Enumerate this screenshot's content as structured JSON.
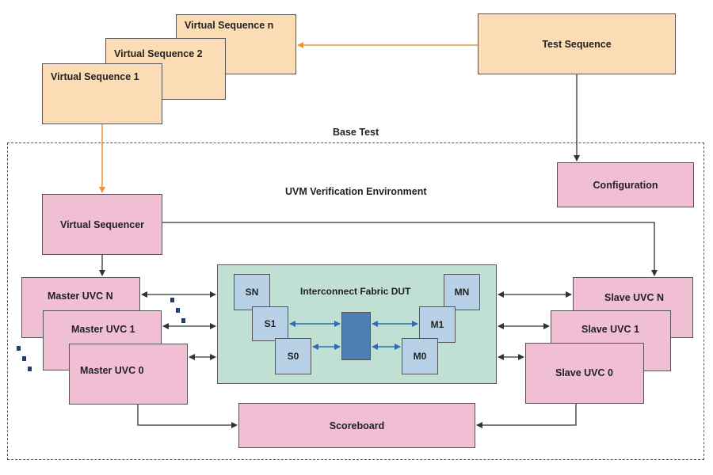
{
  "labels": {
    "virtual_sequence_n": "Virtual Sequence n",
    "virtual_sequence_2": "Virtual Sequence 2",
    "virtual_sequence_1": "Virtual Sequence 1",
    "test_sequence": "Test Sequence",
    "base_test": "Base Test",
    "uvm_env": "UVM Verification Environment",
    "configuration": "Configuration",
    "virtual_sequencer": "Virtual Sequencer",
    "master_uvc_n": "Master UVC N",
    "master_uvc_1": "Master UVC 1",
    "master_uvc_0": "Master UVC 0",
    "slave_uvc_n": "Slave UVC N",
    "slave_uvc_1": "Slave UVC 1",
    "slave_uvc_0": "Slave UVC 0",
    "interconnect_dut": "Interconnect Fabric DUT",
    "sn": "SN",
    "s1": "S1",
    "s0": "S0",
    "mn": "MN",
    "m1": "M1",
    "m0": "M0",
    "scoreboard": "Scoreboard"
  },
  "colors": {
    "sequence_fill": "#fcdcb4",
    "component_fill": "#f0bfd3",
    "fabric_fill": "#bfe0d3",
    "port_fill": "#b9d1e6",
    "dut_core_fill": "#4c7fb4",
    "orange_arrow": "#e8963c",
    "blue_arrow": "#2f6fb0",
    "black_arrow": "#333333"
  }
}
